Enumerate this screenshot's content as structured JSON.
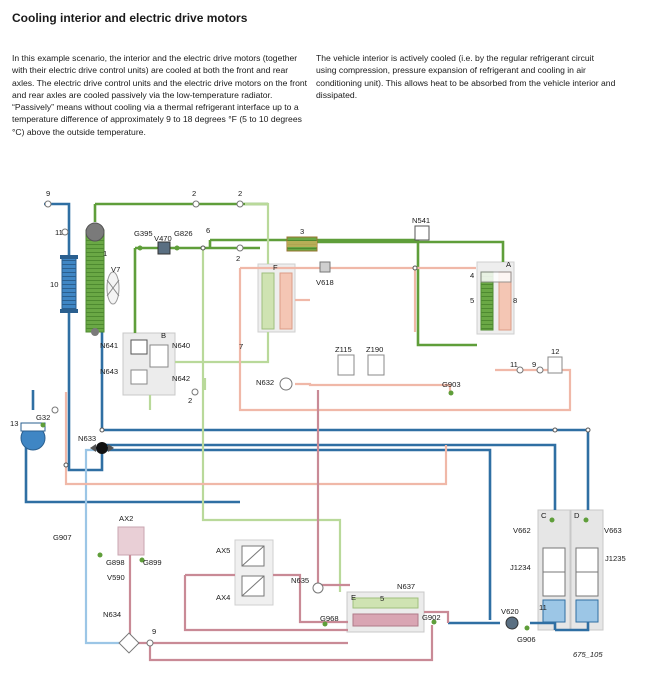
{
  "title": "Cooling interior and electric drive motors",
  "paragraph_left": "In this example scenario, the interior and the electric drive motors (together with their electric drive control units) are cooled at both the front and rear axles. The electric drive control units and the electric drive motors on the front and rear axles are cooled passively via the low-temperature radiator. “Passively” means without cooling via a thermal refrigerant interface up to a temperature difference of approximately 9 to 18 degrees °F (5 to 10 degrees °C) above the outside temperature.",
  "paragraph_right": "The vehicle interior is actively cooled (i.e. by the regular refrigerant circuit using compression, pressure expansion of refrigerant and cooling in air conditioning unit). This allows heat to be absorbed from the vehicle interior and dissipated.",
  "labels": {
    "n9a": "9",
    "n11a": "11",
    "n10": "10",
    "n1": "1",
    "v7": "V7",
    "n2a": "2",
    "n2b": "2",
    "n2c": "2",
    "n2d": "2",
    "g395": "G395",
    "v470": "V470",
    "g826": "G826",
    "n6": "6",
    "n3": "3",
    "n541": "N541",
    "f": "F",
    "v618": "V618",
    "a": "A",
    "n4": "4",
    "n5a": "5",
    "n8": "8",
    "b": "B",
    "n641": "N641",
    "n640": "N640",
    "n643": "N643",
    "n642": "N642",
    "n7": "7",
    "z115": "Z115",
    "z190": "Z190",
    "n632": "N632",
    "n12": "12",
    "n11b": "11",
    "n9b": "9",
    "g903": "G903",
    "n13": "13",
    "g32": "G32",
    "n633": "N633",
    "c": "C",
    "d": "D",
    "v662": "V662",
    "v663": "V663",
    "j1234": "J1234",
    "j1235": "J1235",
    "n11c": "11",
    "g907": "G907",
    "ax2": "AX2",
    "g898": "G898",
    "g899": "G899",
    "v590": "V590",
    "n634": "N634",
    "n9c": "9",
    "ax5": "AX5",
    "ax4": "AX4",
    "n635": "N635",
    "g968": "G968",
    "e": "E",
    "n5b": "5",
    "n637": "N637",
    "g902": "G902",
    "v620": "V620",
    "g906": "G906",
    "figure_id": "675_105"
  },
  "colors": {
    "green_dark": "#5f9e3a",
    "green_light": "#b9d99a",
    "pink_light": "#f0b8a8",
    "pink_dark": "#c98a96",
    "blue_dark": "#2f6fa3",
    "blue_light": "#9cc6e6",
    "component_gray": "#e4e4e4"
  }
}
